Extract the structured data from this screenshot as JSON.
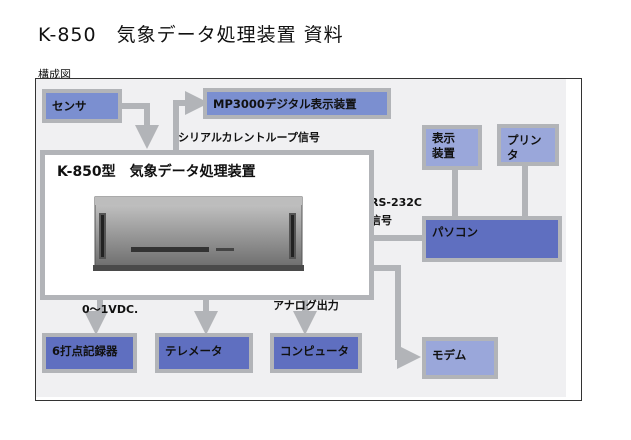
{
  "header": {
    "title": "K-850　気象データ処理装置 資料"
  },
  "figure": {
    "caption": "構成図",
    "main_device": "K-850型　気象データ処理装置",
    "nodes": {
      "sensor": "センサ",
      "mp3000": "MP3000デジタル表示装置",
      "display": "表示\n装置",
      "printer": "プリンタ",
      "pc": "パソコン",
      "recorder": "6打点記録器",
      "telemeter": "テレメータ",
      "computer": "コンピュータ",
      "modem": "モデム"
    },
    "labels": {
      "serial": "シリアルカレントループ信号",
      "rs232c_1": "RS-232C",
      "rs232c_2": "信号",
      "voltage": "0～1VDC.",
      "analog": "アナログ出力"
    }
  }
}
